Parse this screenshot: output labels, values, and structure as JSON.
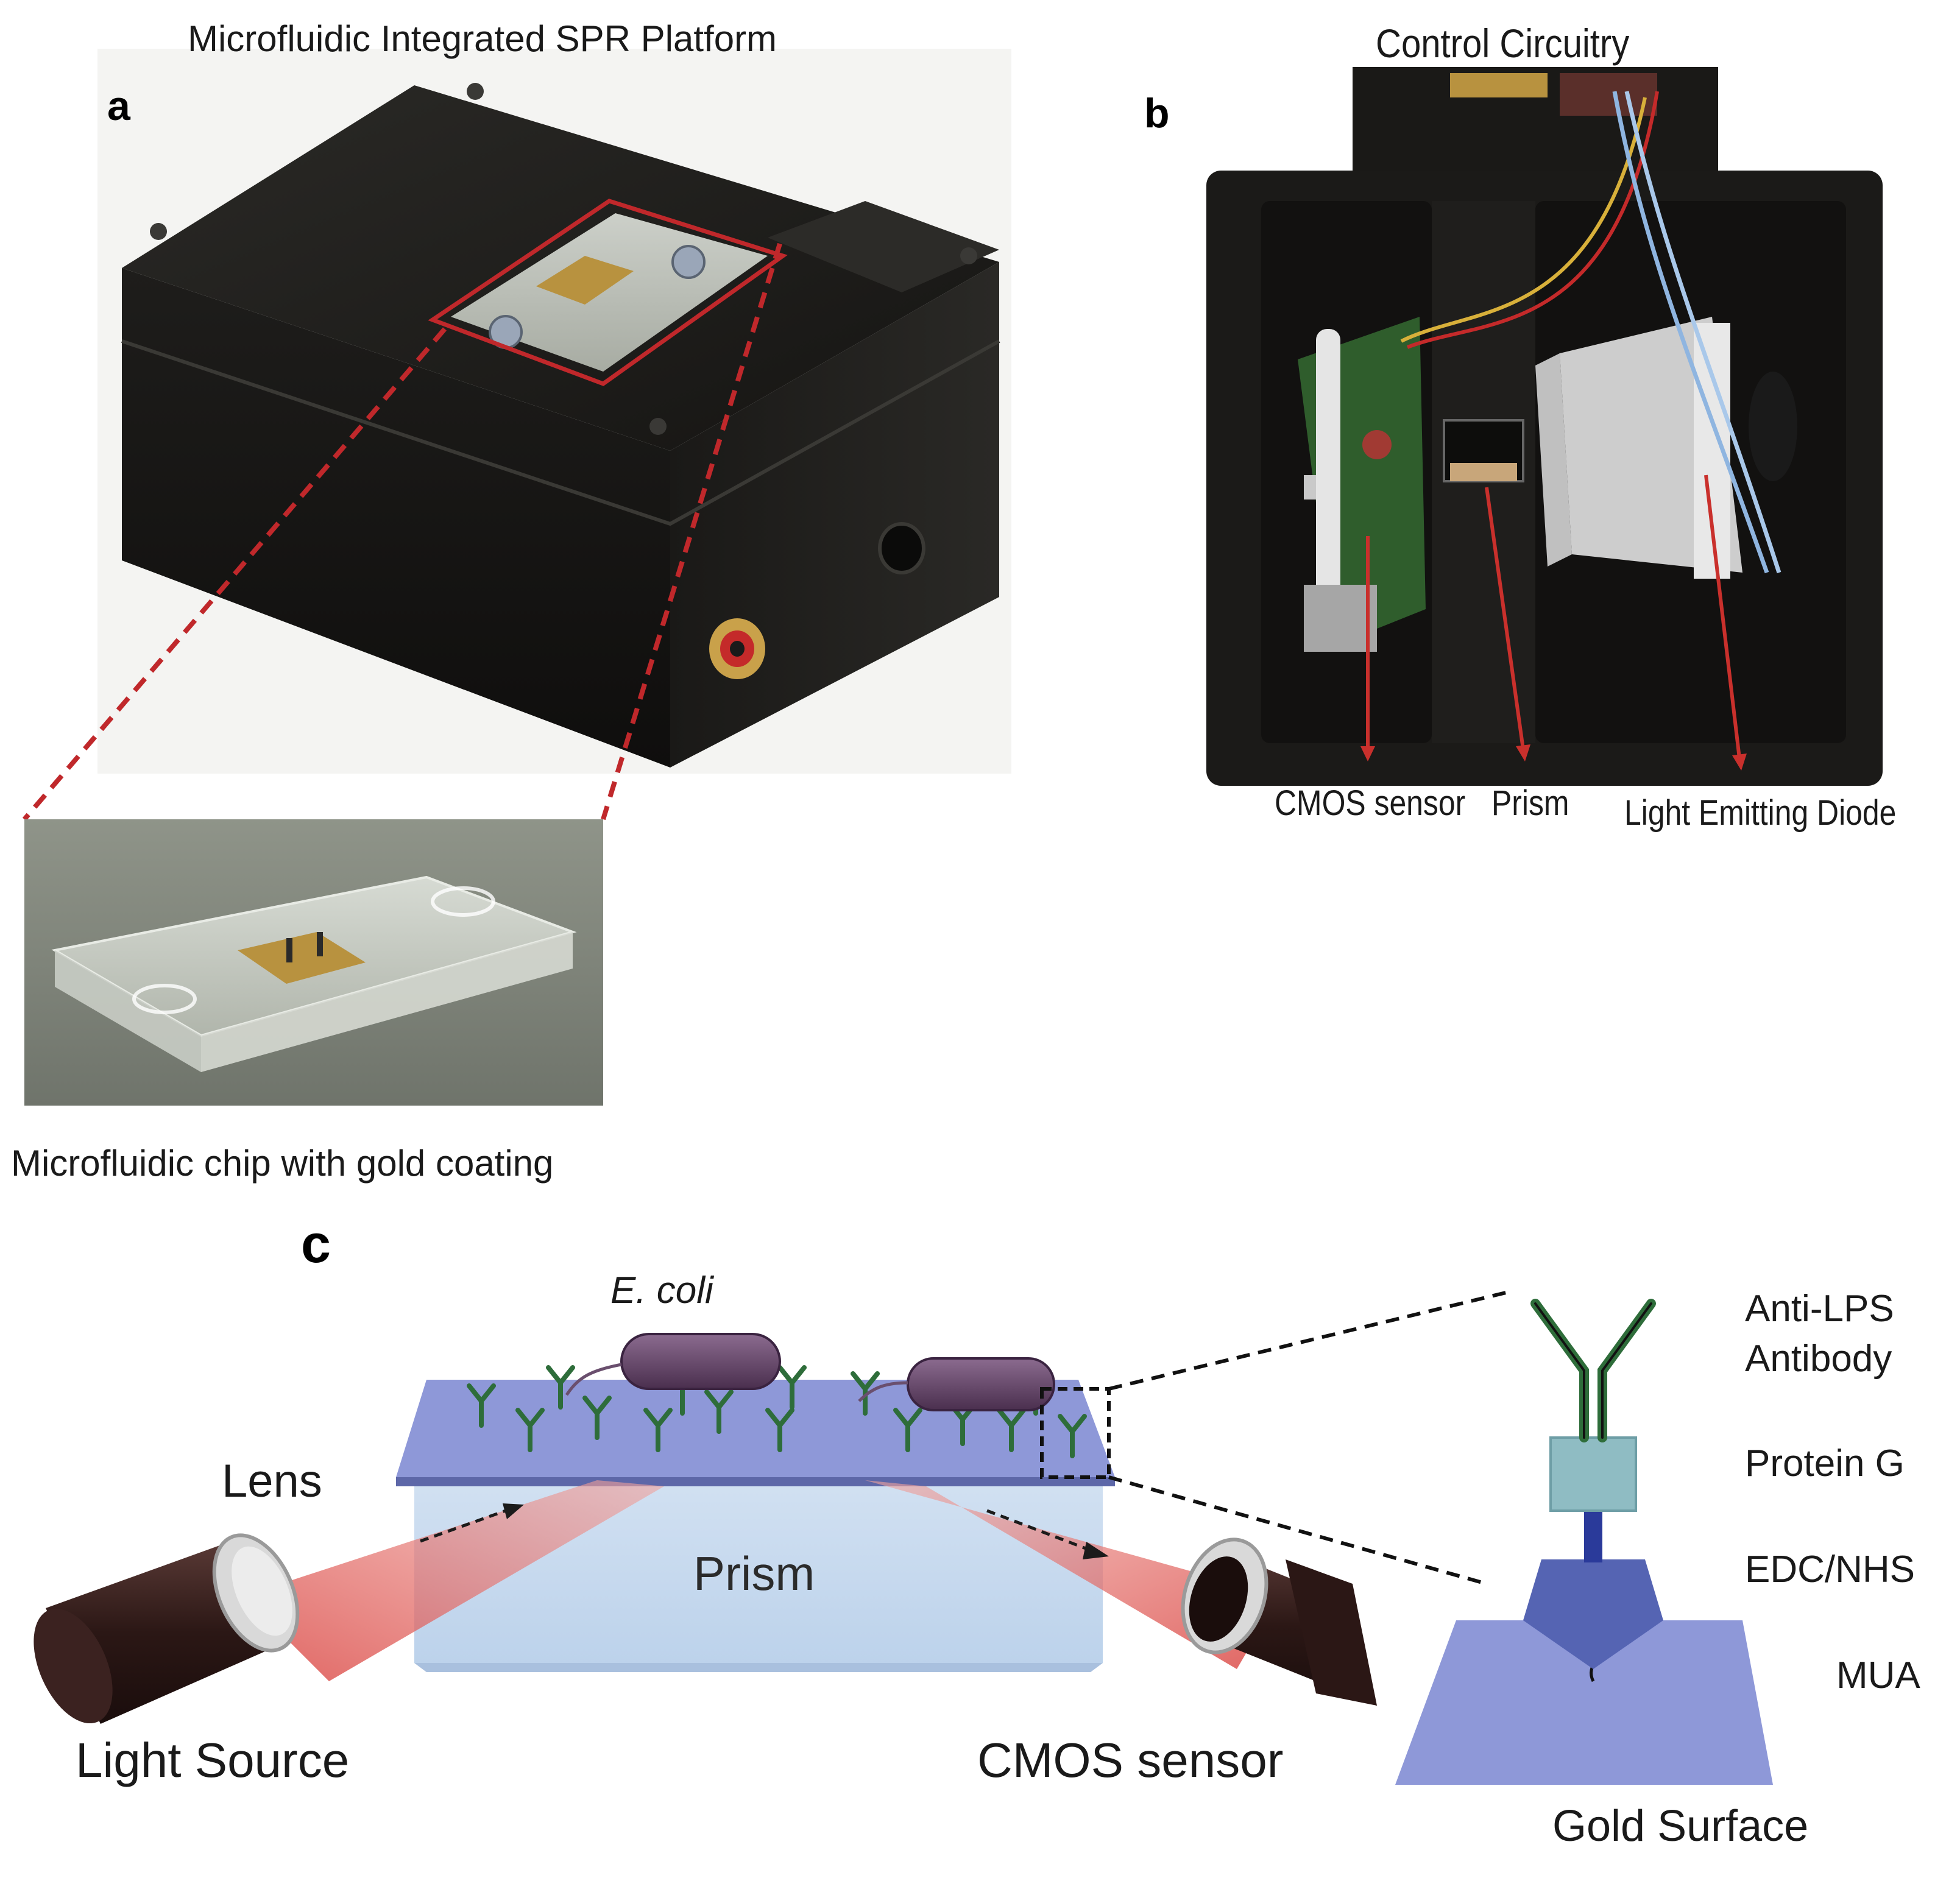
{
  "panel_a": {
    "letter": "a",
    "title": "Microfluidic  Integrated  SPR  Platform",
    "inset_caption": "Microfluidic  chip  with  gold  coating"
  },
  "panel_b": {
    "letter": "b",
    "title": "Control  Circuitry",
    "label_cmos": "CMOS  sensor",
    "label_prism": "Prism",
    "label_led": "Light  Emitting  Diode"
  },
  "panel_c": {
    "letter": "c",
    "label_ecoli": "E. coli",
    "label_lens": "Lens",
    "label_prism": "Prism",
    "label_light_source": "Light Source",
    "label_cmos": "CMOS sensor",
    "layer_antibody_1": "Anti-LPS",
    "layer_antibody_2": "Antibody",
    "layer_protein": "Protein  G",
    "layer_edc": "EDC/NHS",
    "layer_mua": "MUA",
    "layer_gold": "Gold Surface"
  },
  "colors": {
    "device_black": "#1c1b19",
    "chip_red_outline": "#c0282b",
    "pcb_green": "#2f5d2c",
    "gold": "#b8923f",
    "prism_blue": "#c8d9ee",
    "surface_blue": "#8e98d8",
    "antibody_green": "#2e6d3a",
    "beam_red": "#e15a55",
    "protein_teal": "#8fbcc3",
    "edc_blue": "#5564b3",
    "arrow_red": "#c9302c"
  }
}
